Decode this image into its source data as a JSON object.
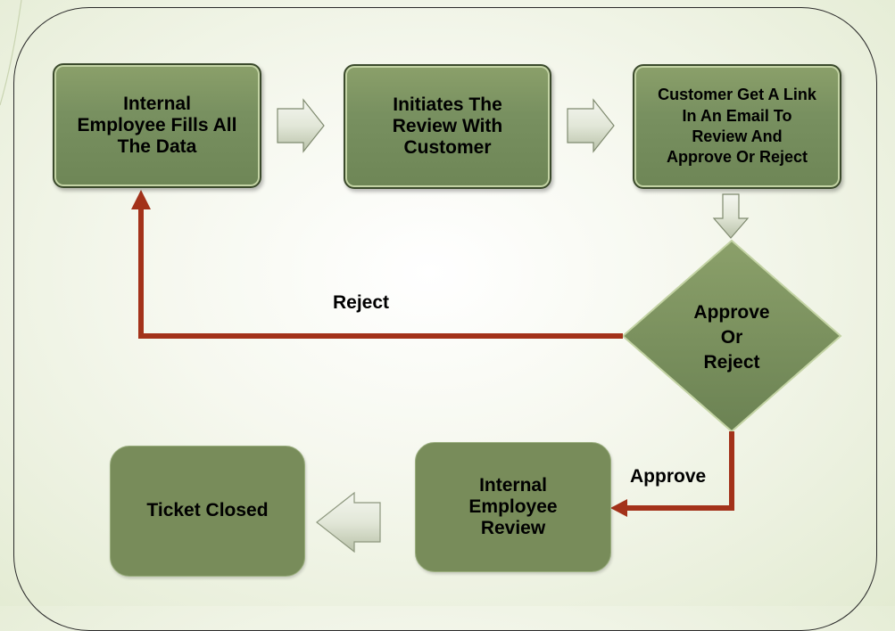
{
  "diagram": {
    "nodes": {
      "fill_data": "Internal\nEmployee Fills All\nThe Data",
      "initiate_review": "Initiates The\nReview With\nCustomer",
      "email_link": "Customer Get A Link\nIn An Email To\nReview And\nApprove Or Reject",
      "decision": "Approve\nOr\nReject",
      "employee_review": "Internal\nEmployee\nReview",
      "ticket_closed": "Ticket Closed"
    },
    "edges": {
      "reject_label": "Reject",
      "approve_label": "Approve"
    },
    "colors": {
      "box_fill": "#788c5a",
      "flow_arrow": "#a3321a",
      "block_arrow": "#e4e8dc",
      "background": "#f6f8ef"
    }
  }
}
